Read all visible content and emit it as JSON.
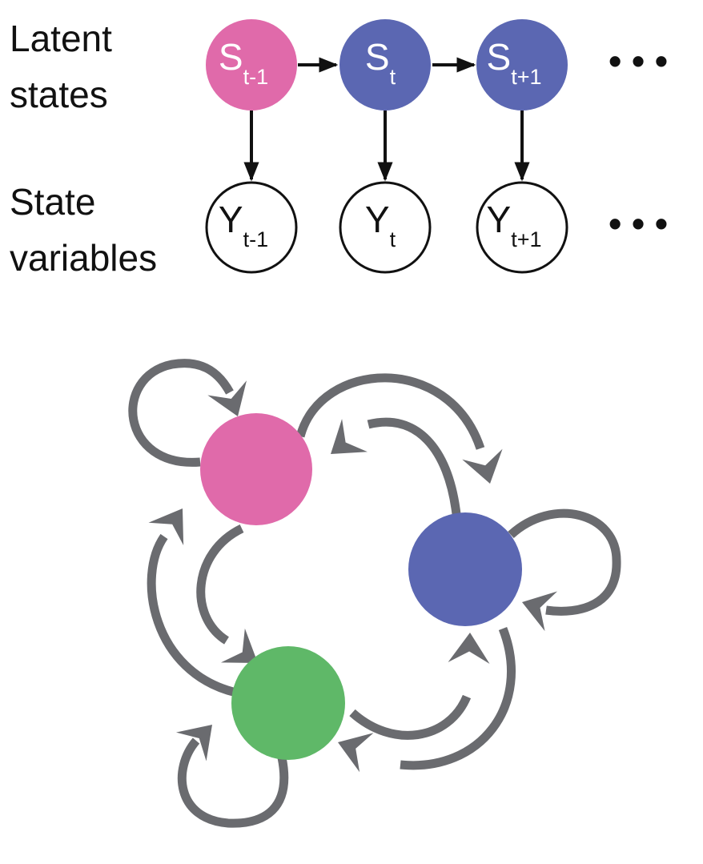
{
  "colors": {
    "pink": "#E06AAA",
    "blue": "#5B67B2",
    "green": "#5FB868",
    "black": "#111111",
    "gray_arrow": "#6A6B6F",
    "latent_text": "#ffffff",
    "observed_text": "#111111"
  },
  "labels": {
    "latent_line1": "Latent",
    "latent_line2": "states",
    "observed_line1": "State",
    "observed_line2": "variables"
  },
  "latent_nodes": [
    {
      "main": "S",
      "sub": "t-1",
      "color": "pink"
    },
    {
      "main": "S",
      "sub": "t",
      "color": "blue"
    },
    {
      "main": "S",
      "sub": "t+1",
      "color": "blue"
    }
  ],
  "observed_nodes": [
    {
      "main": "Y",
      "sub": "t-1"
    },
    {
      "main": "Y",
      "sub": "t"
    },
    {
      "main": "Y",
      "sub": "t+1"
    }
  ],
  "ellipsis": "• • •",
  "state_graph": {
    "states": [
      {
        "id": "pink-state",
        "color": "pink"
      },
      {
        "id": "blue-state",
        "color": "blue"
      },
      {
        "id": "green-state",
        "color": "green"
      }
    ],
    "transitions": [
      {
        "from": "pink-state",
        "to": "pink-state"
      },
      {
        "from": "blue-state",
        "to": "blue-state"
      },
      {
        "from": "green-state",
        "to": "green-state"
      },
      {
        "from": "pink-state",
        "to": "blue-state"
      },
      {
        "from": "blue-state",
        "to": "pink-state"
      },
      {
        "from": "pink-state",
        "to": "green-state"
      },
      {
        "from": "green-state",
        "to": "pink-state"
      },
      {
        "from": "blue-state",
        "to": "green-state"
      },
      {
        "from": "green-state",
        "to": "blue-state"
      }
    ]
  }
}
